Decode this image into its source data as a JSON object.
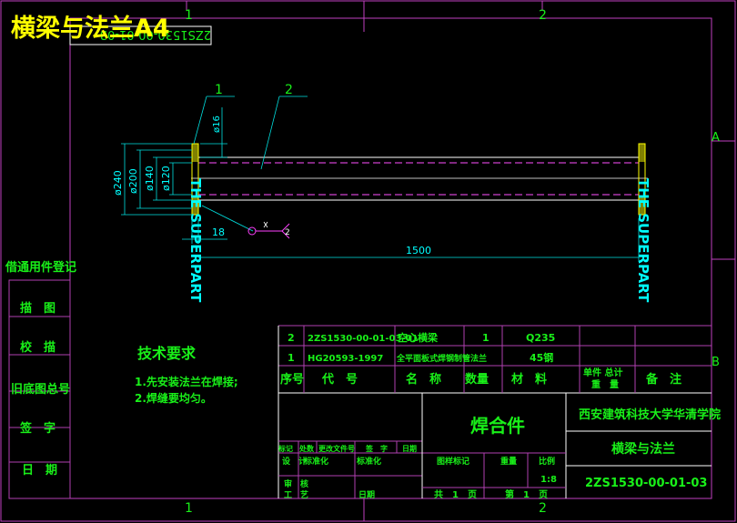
{
  "title": "横梁与法兰A4",
  "drawing_no_rotated": "2ZS1530-00-01-03",
  "grid": {
    "top_1": "1",
    "top_2": "2",
    "bottom_1": "1",
    "bottom_2": "2",
    "right_a": "A",
    "right_b": "B"
  },
  "balloons": {
    "b1": "1",
    "b2": "2"
  },
  "dims": {
    "d240": "ø240",
    "d200": "ø200",
    "d140": "ø140",
    "d120": "ø120",
    "d16": "ø16",
    "len": "1500",
    "w18": "18",
    "weld_n": "2"
  },
  "side_text": "THE SUPERPART",
  "left_column": {
    "c0": "借通用件登记",
    "c1": "描　图",
    "c2": "校　描",
    "c3": "旧底图总号",
    "c4": "签　字",
    "c5": "日　期"
  },
  "tech": {
    "title": "技术要求",
    "line1": "1.先安装法兰在焊接;",
    "line2": "2.焊缝要均匀。"
  },
  "bom": [
    {
      "no": "2",
      "code": "2ZS1530-00-01-03-01",
      "name": "空心横梁",
      "qty": "1",
      "material": "Q235"
    },
    {
      "no": "1",
      "code": "HG20593-1997",
      "name": "全平面板式焊钢制管法兰",
      "qty": "",
      "material": "45钢"
    }
  ],
  "bom_header": {
    "no": "序号",
    "code": "代　号",
    "name": "名　称",
    "qty": "数量",
    "material": "材　料",
    "weight_top": "单件 总计",
    "weight_bottom": "重　量",
    "remark": "备　注"
  },
  "title_block": {
    "part": "焊合件",
    "school": "西安建筑科技大学华清学院",
    "name": "横梁与法兰",
    "code": "2ZS1530-00-01-03",
    "scale": "1:8",
    "stage_label": "图样标记",
    "weight_label": "重量",
    "scale_label": "比例",
    "sheets_total": "共　1　页",
    "sheet_no": "第　1　页",
    "rev": {
      "a": "标记",
      "b": "处数",
      "c": "更改文件号",
      "d": "签　字",
      "e": "日期"
    },
    "sign": {
      "design": "设　计",
      "std_a": "标准化",
      "std_b": "标准化",
      "review": "审　核",
      "process": "工　艺",
      "date": "日期"
    }
  }
}
